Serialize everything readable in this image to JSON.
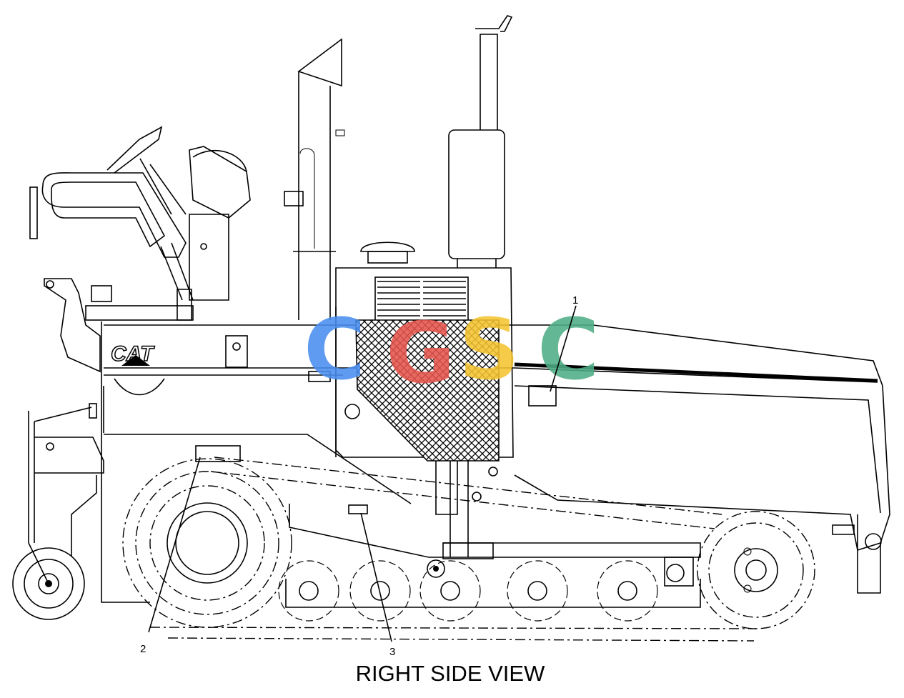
{
  "drawing": {
    "view_title": "RIGHT SIDE VIEW",
    "brand_mark": "CAT",
    "callouts": [
      {
        "number": "1"
      },
      {
        "number": "2"
      },
      {
        "number": "3"
      }
    ]
  },
  "watermark": {
    "letters": [
      "C",
      "G",
      "S",
      "C"
    ],
    "colors": [
      "#4a8ff0",
      "#e5554c",
      "#f4c430",
      "#4fae86"
    ]
  },
  "colors": {
    "line": "#000000",
    "background": "#ffffff"
  }
}
